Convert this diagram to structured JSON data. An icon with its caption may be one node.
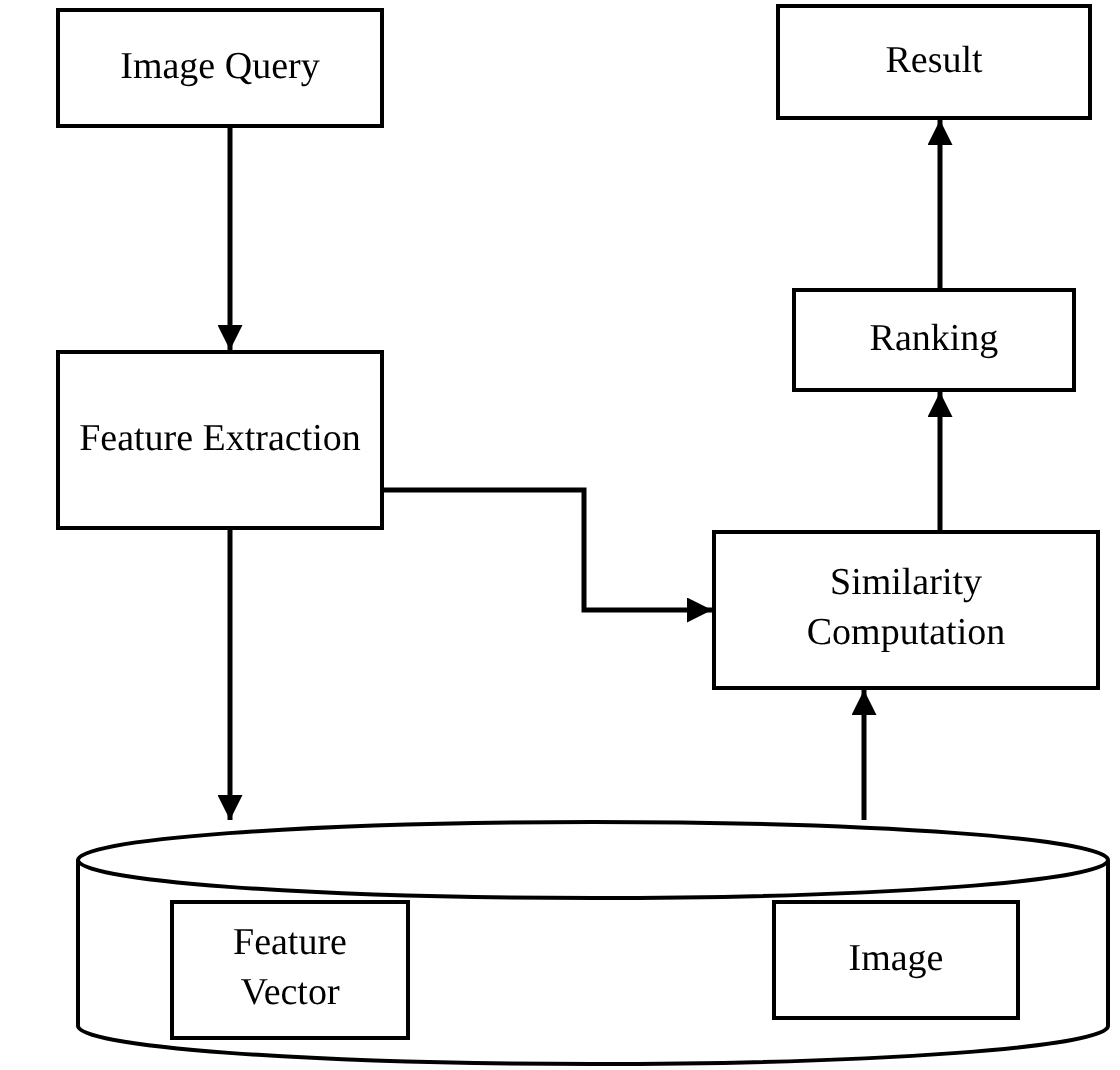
{
  "diagram": {
    "nodes": [
      {
        "text": [
          "Image Query"
        ]
      },
      {
        "text": [
          "Result"
        ]
      },
      {
        "text": [
          "Ranking"
        ]
      },
      {
        "text": [
          "Feature Extraction"
        ]
      },
      {
        "text": [
          "Similarity Computation"
        ]
      },
      {
        "text": [],
        "shape": "cylinder"
      },
      {
        "text": [
          "Feature Vector"
        ],
        "in": 5
      },
      {
        "text": [
          "Image"
        ],
        "in": 5
      }
    ],
    "edges": [
      {
        "from": 0,
        "to": 3,
        "arrow": "to"
      },
      {
        "from": 3,
        "to": 4,
        "arrow": "to"
      },
      {
        "from": 3,
        "to": 5,
        "arrow": "to"
      },
      {
        "from": 5,
        "to": 4,
        "arrow": "to"
      },
      {
        "from": 4,
        "to": 2,
        "arrow": "to"
      },
      {
        "from": 2,
        "to": 1,
        "arrow": "to"
      }
    ]
  }
}
